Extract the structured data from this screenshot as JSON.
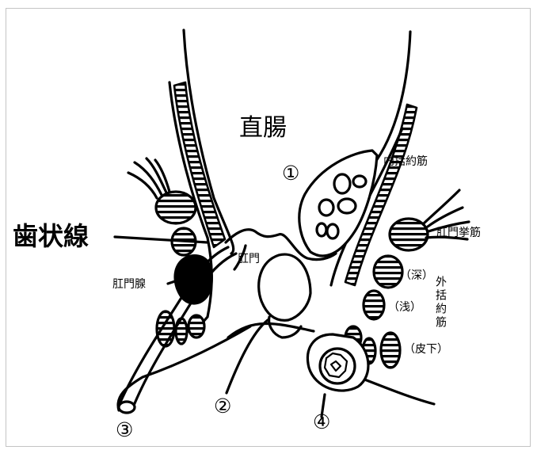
{
  "labels": {
    "rectum": "直腸",
    "dentate_line": "歯状線",
    "internal_sphincter": "内括約筋",
    "levator_ani": "肛門挙筋",
    "anal_gland": "肛門腺",
    "anus": "肛門",
    "deep": "（深）",
    "superficial": "（浅）",
    "subcutaneous": "（皮下）",
    "external_sphincter": "外括約筋"
  },
  "markers": [
    "①",
    "②",
    "③",
    "④"
  ],
  "colors": {
    "ink": "#000000",
    "paper": "#ffffff",
    "frame": "#c4c4c4"
  }
}
